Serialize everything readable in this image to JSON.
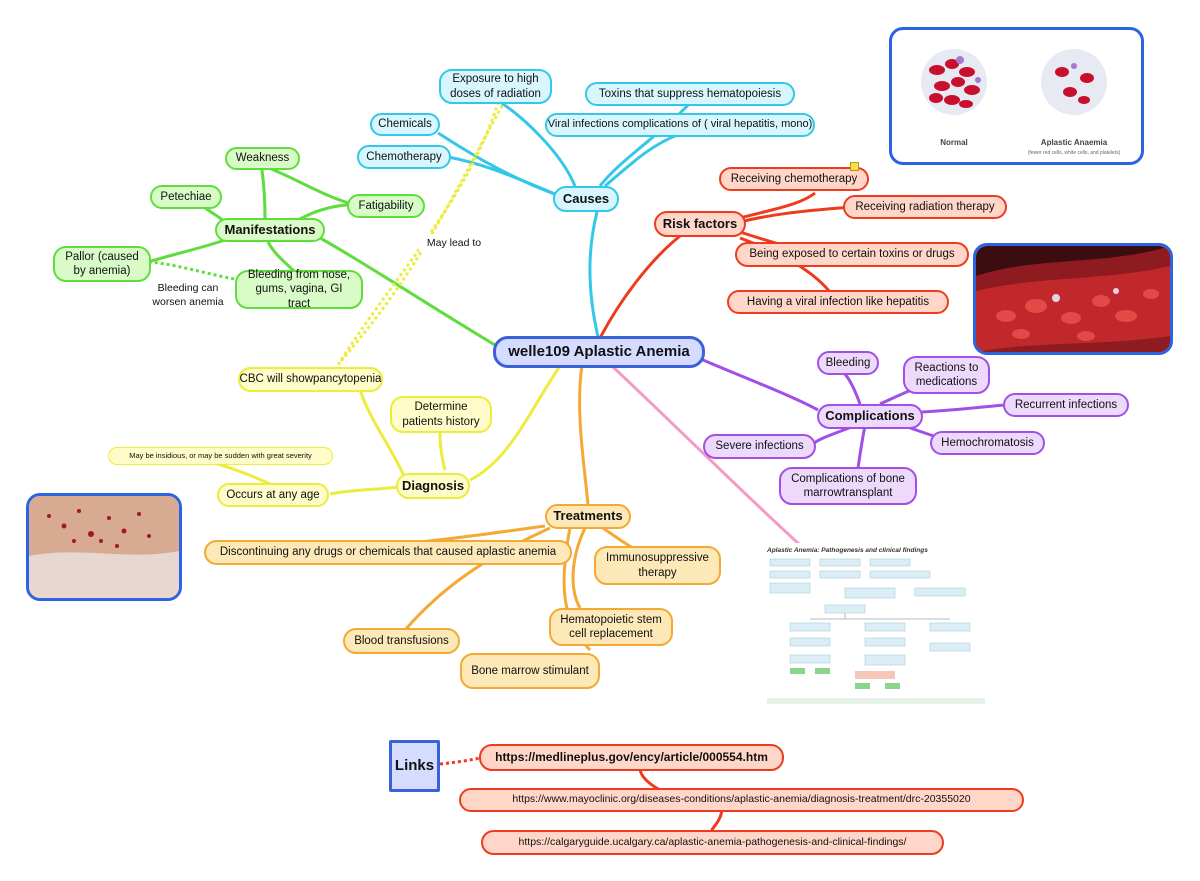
{
  "root": "welle109 Aplastic Anemia",
  "causes": {
    "label": "Causes",
    "items": [
      "Chemotherapy",
      "Chemicals",
      "Exposure to high doses of radiation",
      "Toxins that suppress hematopoiesis",
      "Viral infections complications of ( viral hepatitis, mono)"
    ]
  },
  "manifestations": {
    "label": "Manifestations",
    "items": [
      "Weakness",
      "Petechiae",
      "Fatigability",
      "Pallor (caused by anemia)",
      "Bleeding from nose, gums, vagina, GI tract"
    ],
    "link_note": "Bleeding can worsen anemia"
  },
  "risk_factors": {
    "label": "Risk factors",
    "items": [
      "Receiving chemotherapy",
      "Receiving radiation therapy",
      "Being exposed to certain toxins or drugs",
      "Having a viral infection like hepatitis"
    ]
  },
  "complications": {
    "label": "Complications",
    "items": [
      "Bleeding",
      "Reactions to medications",
      "Recurrent infections",
      "Severe infections",
      "Hemochromatosis",
      "Complications of bone marrowtransplant"
    ]
  },
  "diagnosis": {
    "label": "Diagnosis",
    "items": [
      "CBC will showpancytopenia",
      "Determine patients history",
      "Occurs at any age",
      "May be insidious, or may be sudden with great severity"
    ],
    "link_note": "May lead to"
  },
  "treatments": {
    "label": "Treatments",
    "items": [
      "Discontinuing any drugs or chemicals that caused aplastic anemia",
      "Immunosuppressive therapy",
      "Hematopoietic stem cell replacement",
      "Blood transfusions",
      "Bone marrow stimulant"
    ]
  },
  "links": {
    "label": "Links",
    "urls": [
      "https://medlineplus.gov/ency/article/000554.htm",
      "https://www.mayoclinic.org/diseases-conditions/aplastic-anemia/diagnosis-treatment/drc-20355020",
      "https://calgaryguide.ucalgary.ca/aplastic-anemia-pathogenesis-and-clinical-findings/"
    ]
  },
  "images": {
    "blood_normal_caption": "Normal",
    "blood_aplastic_caption": "Aplastic Anaemia",
    "blood_aplastic_subcaption": "(fewer red cells, white cells, and platelets)",
    "calgary_title": "Aplastic Anemia: Pathogenesis and clinical findings"
  },
  "colors": {
    "causes": "#33c7e8",
    "manifestations": "#5fdd3c",
    "risk": "#ee3b1e",
    "complications": "#a14fe6",
    "diagnosis": "#ecec3c",
    "treatments": "#f4a934",
    "root": "#3a62d8",
    "image_link": "#f59ac8"
  }
}
